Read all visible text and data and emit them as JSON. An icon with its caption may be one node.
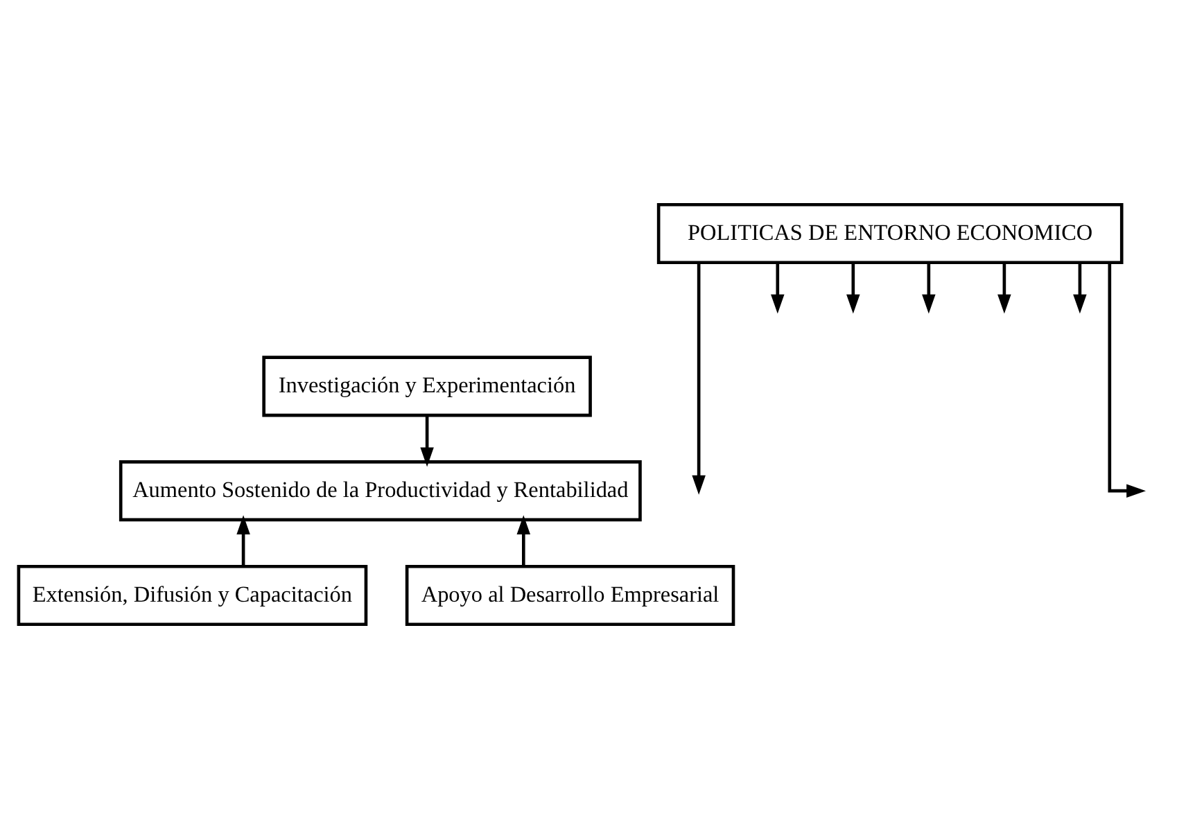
{
  "diagram": {
    "nodes": [
      {
        "text": [
          "POLITICAS DE ENTORNO ECONOMICO"
        ]
      },
      {
        "text": [
          "Investigación y Experimentación"
        ]
      },
      {
        "text": [
          "Aumento Sostenido de la Productividad y Rentabilidad"
        ]
      },
      {
        "text": [
          "Extensión, Difusión y Capacitación"
        ]
      },
      {
        "text": [
          "Apoyo al Desarrollo Empresarial"
        ]
      }
    ],
    "edges": [
      {
        "from": 0,
        "to": null,
        "arrow": "to"
      },
      {
        "from": 0,
        "to": null,
        "arrow": "to"
      },
      {
        "from": 0,
        "to": null,
        "arrow": "to"
      },
      {
        "from": 0,
        "to": null,
        "arrow": "to"
      },
      {
        "from": 0,
        "to": null,
        "arrow": "to"
      },
      {
        "from": 0,
        "to": null,
        "arrow": "to"
      },
      {
        "from": 0,
        "to": null,
        "arrow": "to"
      },
      {
        "from": 1,
        "to": 2,
        "arrow": "to"
      },
      {
        "from": 3,
        "to": 2,
        "arrow": "to"
      },
      {
        "from": 4,
        "to": 2,
        "arrow": "to"
      }
    ]
  }
}
